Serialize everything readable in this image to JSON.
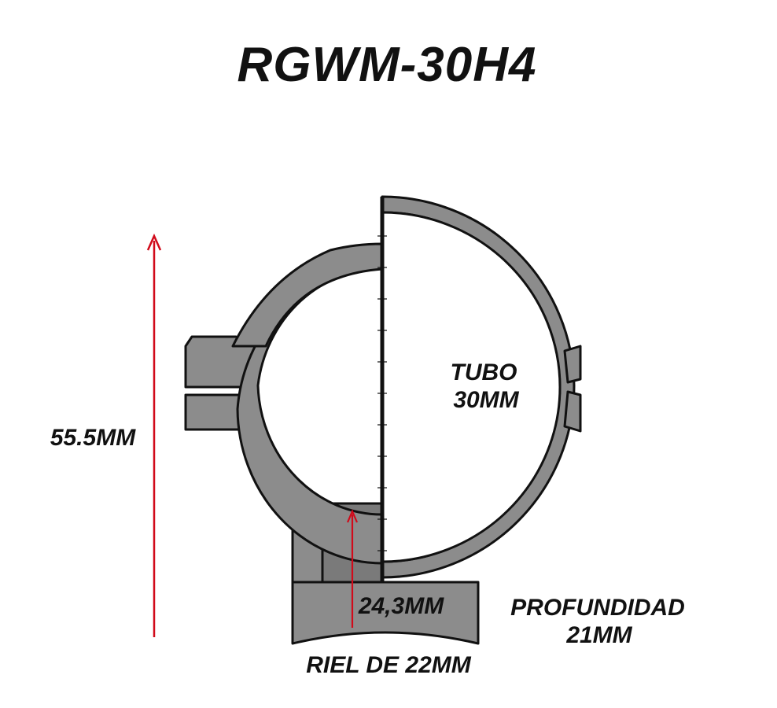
{
  "title": "RGWM-30H4",
  "labels": {
    "height": "55.5MM",
    "tube_line1": "TUBO",
    "tube_line2": "30MM",
    "center_height": "24,3MM",
    "depth_line1": "PROFUNDIDAD",
    "depth_line2": "21MM",
    "rail": "RIEL DE 22MM"
  },
  "colors": {
    "ring_fill": "#8c8c8c",
    "ring_shadow": "#6e6e6e",
    "outline": "#111111",
    "arrow": "#d10a1a",
    "background": "#ffffff"
  }
}
